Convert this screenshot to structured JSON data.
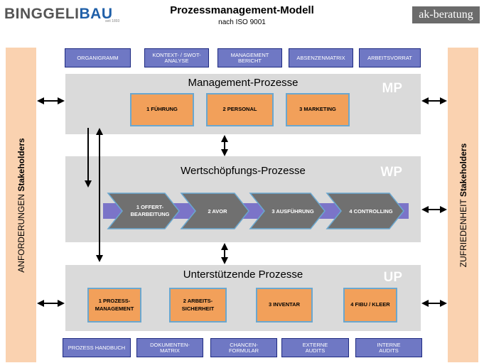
{
  "header": {
    "logo_left_main": "BINGGELI",
    "logo_left_accent": "BAU",
    "logo_left_since": "seit 1893",
    "title": "Prozessmanagement-Modell",
    "subtitle": "nach ISO 9001",
    "logo_right": "ak-beratung"
  },
  "left_side": {
    "label_normal": "ANFORDERUNGEN ",
    "label_bold": "Stakeholders"
  },
  "right_side": {
    "label_normal": "ZUFRIEDENHEIT  ",
    "label_bold": "Stakeholders"
  },
  "top_docs": [
    "ORGANIGRAMM",
    "KONTEXT- / SWOT-\nANALYSE",
    "MANAGEMENT\nBERICHT",
    "ABSENZENMATRIX",
    "ARBEITSVORRAT"
  ],
  "management": {
    "title": "Management-Prozesse",
    "tag": "MP",
    "items": [
      "1 FÜHRUNG",
      "2 PERSONAL",
      "3 MARKETING"
    ]
  },
  "value": {
    "title": "Wertschöpfungs-Prozesse",
    "tag": "WP",
    "items": [
      "1 OFFERT-\nBEARBEITUNG",
      "2 AVOR",
      "3 AUSFÜHRUNG",
      "4 CONTROLLING"
    ]
  },
  "support": {
    "title": "Unterstützende Prozesse",
    "tag": "UP",
    "items": [
      "1 PROZESS-\nMANAGEMENT",
      "2 ARBEITS-\nSICHERHEIT",
      "3 INVENTAR",
      "4 FIBU / KLEER"
    ]
  },
  "bottom_docs": [
    "PROZESS HANDBUCH",
    "DOKUMENTEN-\nMATRIX",
    "CHANCEN-\nFORMULAR",
    "EXTERNE\nAUDITS",
    "INTERNE\nAUDITS"
  ],
  "colors": {
    "side_fill": "#fad2b0",
    "doc_fill": "#6f78c4",
    "panel_fill": "#dadada",
    "process_fill": "#f2a05a",
    "chevron_fill": "#707070",
    "band_fill": "#7b74c8"
  }
}
